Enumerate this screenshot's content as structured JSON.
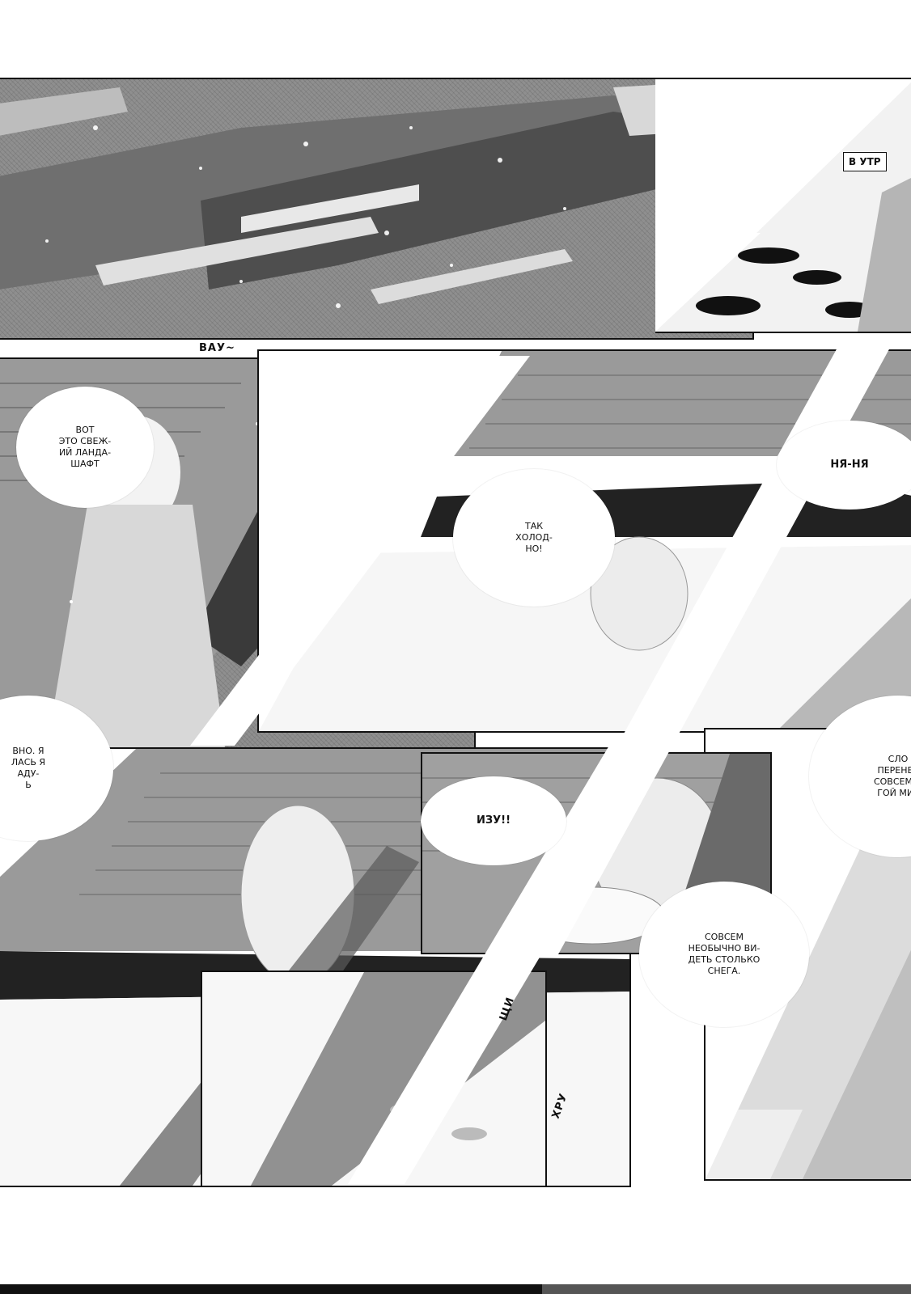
{
  "captions": {
    "top_right": "В УТР"
  },
  "bubbles": {
    "fresh_snow": "ВОТ\nЭТО СВЕЖ-\nИЙ ЛАНДА-\nШАФТ",
    "so_cold": "ТАК\nХОЛОД-\nНО!",
    "partial_left": "ВНО. Я\nЛАСЬ Я\nАДУ-\nЬ",
    "partial_right": "СЛО\nПЕРЕНЕЗ\nСОВСЕМ Д\nГОЙ МИР",
    "so_much_snow": "СОВСЕМ\nНЕОБЫЧНО ВИ-\nДЕТЬ СТОЛЬКО\nСНЕГА."
  },
  "sfx": {
    "wow": "ВАУ~",
    "nyanya": "НЯ-НЯ",
    "ugh": "ИЗУ!!",
    "step1": "ЩИ",
    "step2": "ХРУ"
  }
}
